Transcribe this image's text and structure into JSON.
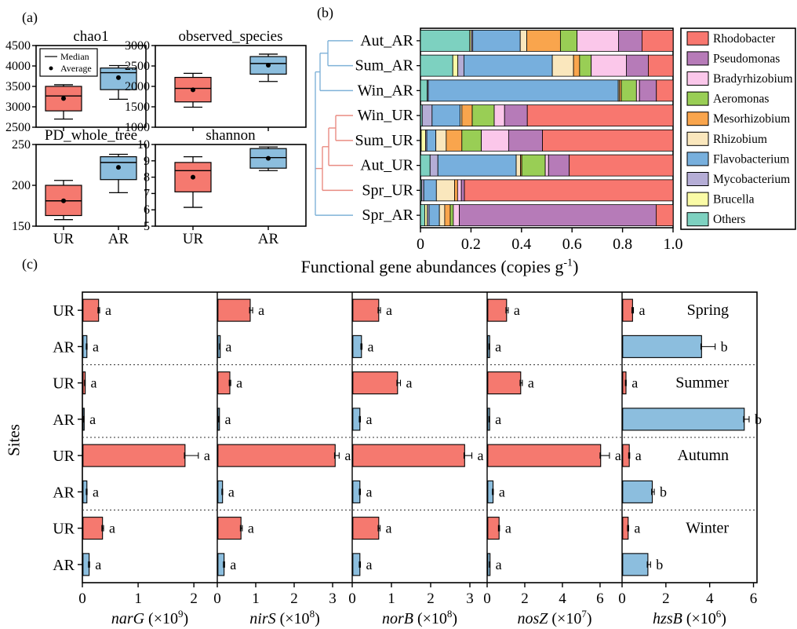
{
  "labels": {
    "panel_a": "(a)",
    "panel_b": "(b)",
    "panel_c": "(c)"
  },
  "chart_data": {
    "panel_a": {
      "type": "boxplot-grid",
      "legend": {
        "median_label": "Median",
        "average_label": "Average"
      },
      "group_colors": {
        "UR": "#F5796F",
        "AR": "#8CBEDE"
      },
      "group_labels": [
        "UR",
        "AR"
      ],
      "plots": [
        {
          "title": "chao1",
          "ylim": [
            2500,
            4500
          ],
          "yticks": [
            4500,
            4000,
            3500,
            3000,
            2500
          ],
          "groups": [
            {
              "name": "UR",
              "whisker_low": 2700,
              "q1": 2900,
              "median": 3265,
              "q3": 3500,
              "whisker_high": 3540,
              "average": 3205
            },
            {
              "name": "AR",
              "whisker_low": 3185,
              "q1": 3420,
              "median": 3835,
              "q3": 3950,
              "whisker_high": 4010,
              "average": 3715
            }
          ]
        },
        {
          "title": "observed_species",
          "ylim": [
            1000,
            3000
          ],
          "yticks": [
            3000,
            2500,
            2000,
            1500,
            1000
          ],
          "groups": [
            {
              "name": "UR",
              "whisker_low": 1490,
              "q1": 1620,
              "median": 1950,
              "q3": 2220,
              "whisker_high": 2320,
              "average": 1915
            },
            {
              "name": "AR",
              "whisker_low": 2120,
              "q1": 2300,
              "median": 2560,
              "q3": 2730,
              "whisker_high": 2790,
              "average": 2520
            }
          ]
        },
        {
          "title": "PD_whole_tree",
          "ylim": [
            150,
            250
          ],
          "yticks": [
            250,
            200,
            150
          ],
          "groups": [
            {
              "name": "UR",
              "whisker_low": 158,
              "q1": 163,
              "median": 181,
              "q3": 200,
              "whisker_high": 206,
              "average": 181
            },
            {
              "name": "AR",
              "whisker_low": 191,
              "q1": 207,
              "median": 228,
              "q3": 235,
              "whisker_high": 238,
              "average": 222
            }
          ]
        },
        {
          "title": "shannon",
          "ylim": [
            5,
            10
          ],
          "yticks": [
            10,
            9,
            8,
            7,
            6,
            5
          ],
          "groups": [
            {
              "name": "UR",
              "whisker_low": 6.15,
              "q1": 7.1,
              "median": 8.4,
              "q3": 8.9,
              "whisker_high": 9.25,
              "average": 8.0
            },
            {
              "name": "AR",
              "whisker_low": 8.4,
              "q1": 8.55,
              "median": 9.2,
              "q3": 9.75,
              "whisker_high": 9.85,
              "average": 9.15
            }
          ]
        }
      ]
    },
    "panel_b": {
      "type": "stacked-bar-horizontal",
      "xlim": [
        0,
        1.0
      ],
      "xtick_labels": [
        "0",
        "0.2",
        "0.4",
        "0.6",
        "0.8",
        "1.0"
      ],
      "xtick_values": [
        0,
        0.2,
        0.4,
        0.6,
        0.8,
        1.0
      ],
      "legend_order": [
        "Rhodobacter",
        "Pseudomonas",
        "Bradyrhizobium",
        "Aeromonas",
        "Mesorhizobium",
        "Rhizobium",
        "Flavobacterium",
        "Mycobacterium",
        "Brucella",
        "Others"
      ],
      "taxa_colors": {
        "Rhodobacter": "#F8776F",
        "Pseudomonas": "#B67BB8",
        "Bradyrhizobium": "#FBC7EA",
        "Aeromonas": "#99CE55",
        "Mesorhizobium": "#F9A54D",
        "Rhizobium": "#FAE7BD",
        "Flavobacterium": "#77AFDD",
        "Mycobacterium": "#B5ADD6",
        "Brucella": "#FAFBA6",
        "Others": "#7DD1C0"
      },
      "stack_order": [
        "Others",
        "Brucella",
        "Mycobacterium",
        "Flavobacterium",
        "Rhizobium",
        "Mesorhizobium",
        "Aeromonas",
        "Bradyrhizobium",
        "Pseudomonas",
        "Rhodobacter"
      ],
      "dendrogram_colors": {
        "AR_cluster": "#7FB2D8",
        "UR_cluster": "#E98C82"
      },
      "rows": [
        {
          "label": "Aut_AR",
          "cluster": "blue",
          "segments": {
            "Others": 0.195,
            "Brucella": 0.006,
            "Mycobacterium": 0.006,
            "Flavobacterium": 0.188,
            "Rhizobium": 0.026,
            "Mesorhizobium": 0.133,
            "Aeromonas": 0.066,
            "Bradyrhizobium": 0.164,
            "Pseudomonas": 0.093,
            "Rhodobacter": 0.123
          }
        },
        {
          "label": "Sum_AR",
          "cluster": "blue",
          "segments": {
            "Others": 0.128,
            "Brucella": 0.02,
            "Mycobacterium": 0.024,
            "Flavobacterium": 0.35,
            "Rhizobium": 0.084,
            "Mesorhizobium": 0.024,
            "Aeromonas": 0.046,
            "Bradyrhizobium": 0.139,
            "Pseudomonas": 0.087,
            "Rhodobacter": 0.098
          }
        },
        {
          "label": "Win_AR",
          "cluster": "blue",
          "segments": {
            "Others": 0.027,
            "Brucella": 0.0,
            "Mycobacterium": 0.004,
            "Flavobacterium": 0.752,
            "Rhizobium": 0.005,
            "Mesorhizobium": 0.007,
            "Aeromonas": 0.06,
            "Bradyrhizobium": 0.012,
            "Pseudomonas": 0.067,
            "Rhodobacter": 0.066
          }
        },
        {
          "label": "Win_UR",
          "cluster": "red",
          "segments": {
            "Others": 0.007,
            "Brucella": 0.0,
            "Mycobacterium": 0.039,
            "Flavobacterium": 0.111,
            "Rhizobium": 0.007,
            "Mesorhizobium": 0.041,
            "Aeromonas": 0.087,
            "Bradyrhizobium": 0.041,
            "Pseudomonas": 0.09,
            "Rhodobacter": 0.577
          }
        },
        {
          "label": "Sum_UR",
          "cluster": "red",
          "segments": {
            "Others": 0.003,
            "Brucella": 0.017,
            "Mycobacterium": 0.005,
            "Flavobacterium": 0.036,
            "Rhizobium": 0.041,
            "Mesorhizobium": 0.062,
            "Aeromonas": 0.077,
            "Bradyrhizobium": 0.108,
            "Pseudomonas": 0.134,
            "Rhodobacter": 0.517
          }
        },
        {
          "label": "Aut_UR",
          "cluster": "red",
          "segments": {
            "Others": 0.038,
            "Brucella": 0.0,
            "Mycobacterium": 0.031,
            "Flavobacterium": 0.31,
            "Rhizobium": 0.017,
            "Mesorhizobium": 0.005,
            "Aeromonas": 0.093,
            "Bradyrhizobium": 0.013,
            "Pseudomonas": 0.082,
            "Rhodobacter": 0.411
          }
        },
        {
          "label": "Spr_UR",
          "cluster": "red",
          "segments": {
            "Others": 0.005,
            "Brucella": 0.0,
            "Mycobacterium": 0.008,
            "Flavobacterium": 0.05,
            "Rhizobium": 0.072,
            "Mesorhizobium": 0.012,
            "Aeromonas": 0.0,
            "Bradyrhizobium": 0.015,
            "Pseudomonas": 0.012,
            "Rhodobacter": 0.826
          }
        },
        {
          "label": "Spr_AR",
          "cluster": "blue",
          "segments": {
            "Others": 0.017,
            "Brucella": 0.01,
            "Mycobacterium": 0.007,
            "Flavobacterium": 0.041,
            "Rhizobium": 0.021,
            "Mesorhizobium": 0.022,
            "Aeromonas": 0.012,
            "Bradyrhizobium": 0.024,
            "Pseudomonas": 0.779,
            "Rhodobacter": 0.067
          }
        }
      ]
    },
    "panel_c": {
      "type": "grouped-bar-horizontal",
      "title": {
        "prefix": "Functional gene abundances (copies g",
        "sup": "-1",
        "suffix": ")"
      },
      "ylabel": "Sites",
      "site_colors": {
        "UR": "#F5796F",
        "AR": "#8CBEDE"
      },
      "seasons": [
        "Spring",
        "Summer",
        "Autumn",
        "Winter"
      ],
      "row_labels": [
        "UR",
        "AR"
      ],
      "panels": [
        {
          "gene": "narG",
          "exponent": "9",
          "xticks": [
            0,
            1,
            2
          ],
          "xmax": 2.42,
          "bars": [
            {
              "season": "Spring",
              "site": "UR",
              "value": 0.28,
              "err": 0.03,
              "letter": "a"
            },
            {
              "season": "Spring",
              "site": "AR",
              "value": 0.07,
              "err": 0.015,
              "letter": "a"
            },
            {
              "season": "Summer",
              "site": "UR",
              "value": 0.04,
              "err": 0.01,
              "letter": "a"
            },
            {
              "season": "Summer",
              "site": "AR",
              "value": 0.02,
              "err": 0.008,
              "letter": "a"
            },
            {
              "season": "Autumn",
              "site": "UR",
              "value": 1.83,
              "err": 0.25,
              "letter": "a"
            },
            {
              "season": "Autumn",
              "site": "AR",
              "value": 0.07,
              "err": 0.015,
              "letter": "a"
            },
            {
              "season": "Winter",
              "site": "UR",
              "value": 0.35,
              "err": 0.03,
              "letter": "a"
            },
            {
              "season": "Winter",
              "site": "AR",
              "value": 0.11,
              "err": 0.02,
              "letter": "a"
            }
          ]
        },
        {
          "gene": "nirS",
          "exponent": "8",
          "xticks": [
            0,
            1,
            2,
            3
          ],
          "xmax": 3.51,
          "bars": [
            {
              "season": "Spring",
              "site": "UR",
              "value": 0.84,
              "err": 0.08,
              "letter": "a"
            },
            {
              "season": "Spring",
              "site": "AR",
              "value": 0.06,
              "err": 0.01,
              "letter": "a"
            },
            {
              "season": "Summer",
              "site": "UR",
              "value": 0.31,
              "err": 0.04,
              "letter": "a"
            },
            {
              "season": "Summer",
              "site": "AR",
              "value": 0.04,
              "err": 0.01,
              "letter": "a"
            },
            {
              "season": "Autumn",
              "site": "UR",
              "value": 3.05,
              "err": 0.12,
              "letter": "a"
            },
            {
              "season": "Autumn",
              "site": "AR",
              "value": 0.12,
              "err": 0.02,
              "letter": "a"
            },
            {
              "season": "Winter",
              "site": "UR",
              "value": 0.6,
              "err": 0.05,
              "letter": "a"
            },
            {
              "season": "Winter",
              "site": "AR",
              "value": 0.16,
              "err": 0.03,
              "letter": "a"
            }
          ]
        },
        {
          "gene": "norB",
          "exponent": "8",
          "xticks": [
            0,
            1,
            2,
            3
          ],
          "xmax": 3.44,
          "bars": [
            {
              "season": "Spring",
              "site": "UR",
              "value": 0.66,
              "err": 0.06,
              "letter": "a"
            },
            {
              "season": "Spring",
              "site": "AR",
              "value": 0.22,
              "err": 0.03,
              "letter": "a"
            },
            {
              "season": "Summer",
              "site": "UR",
              "value": 1.14,
              "err": 0.09,
              "letter": "a"
            },
            {
              "season": "Summer",
              "site": "AR",
              "value": 0.18,
              "err": 0.03,
              "letter": "a"
            },
            {
              "season": "Autumn",
              "site": "UR",
              "value": 2.85,
              "err": 0.2,
              "letter": "a"
            },
            {
              "season": "Autumn",
              "site": "AR",
              "value": 0.18,
              "err": 0.03,
              "letter": "a"
            },
            {
              "season": "Winter",
              "site": "UR",
              "value": 0.66,
              "err": 0.05,
              "letter": "a"
            },
            {
              "season": "Winter",
              "site": "AR",
              "value": 0.18,
              "err": 0.03,
              "letter": "a"
            }
          ]
        },
        {
          "gene": "nosZ",
          "exponent": "7",
          "xticks": [
            0,
            2,
            4,
            6
          ],
          "xmax": 7.17,
          "bars": [
            {
              "season": "Spring",
              "site": "UR",
              "value": 1.0,
              "err": 0.12,
              "letter": "a"
            },
            {
              "season": "Spring",
              "site": "AR",
              "value": 0.1,
              "err": 0.03,
              "letter": "a"
            },
            {
              "season": "Summer",
              "site": "UR",
              "value": 1.75,
              "err": 0.12,
              "letter": "a"
            },
            {
              "season": "Summer",
              "site": "AR",
              "value": 0.1,
              "err": 0.03,
              "letter": "a"
            },
            {
              "season": "Autumn",
              "site": "UR",
              "value": 6.0,
              "err": 0.5,
              "letter": "a"
            },
            {
              "season": "Autumn",
              "site": "AR",
              "value": 0.28,
              "err": 0.05,
              "letter": "a"
            },
            {
              "season": "Winter",
              "site": "UR",
              "value": 0.6,
              "err": 0.06,
              "letter": "a"
            },
            {
              "season": "Winter",
              "site": "AR",
              "value": 0.12,
              "err": 0.03,
              "letter": "a"
            }
          ]
        },
        {
          "gene": "hzsB",
          "exponent": "6",
          "xticks": [
            0,
            2,
            4,
            6
          ],
          "xmax": 6.16,
          "bars": [
            {
              "season": "Spring",
              "site": "UR",
              "value": 0.45,
              "err": 0.07,
              "letter": "a"
            },
            {
              "season": "Spring",
              "site": "AR",
              "value": 3.6,
              "err": 0.65,
              "letter": "b"
            },
            {
              "season": "Summer",
              "site": "UR",
              "value": 0.15,
              "err": 0.04,
              "letter": "a"
            },
            {
              "season": "Summer",
              "site": "AR",
              "value": 5.55,
              "err": 0.25,
              "letter": "b"
            },
            {
              "season": "Autumn",
              "site": "UR",
              "value": 0.3,
              "err": 0.05,
              "letter": "a"
            },
            {
              "season": "Autumn",
              "site": "AR",
              "value": 1.35,
              "err": 0.12,
              "letter": "b"
            },
            {
              "season": "Winter",
              "site": "UR",
              "value": 0.25,
              "err": 0.05,
              "letter": "a"
            },
            {
              "season": "Winter",
              "site": "AR",
              "value": 1.15,
              "err": 0.15,
              "letter": "b"
            }
          ]
        }
      ]
    }
  }
}
